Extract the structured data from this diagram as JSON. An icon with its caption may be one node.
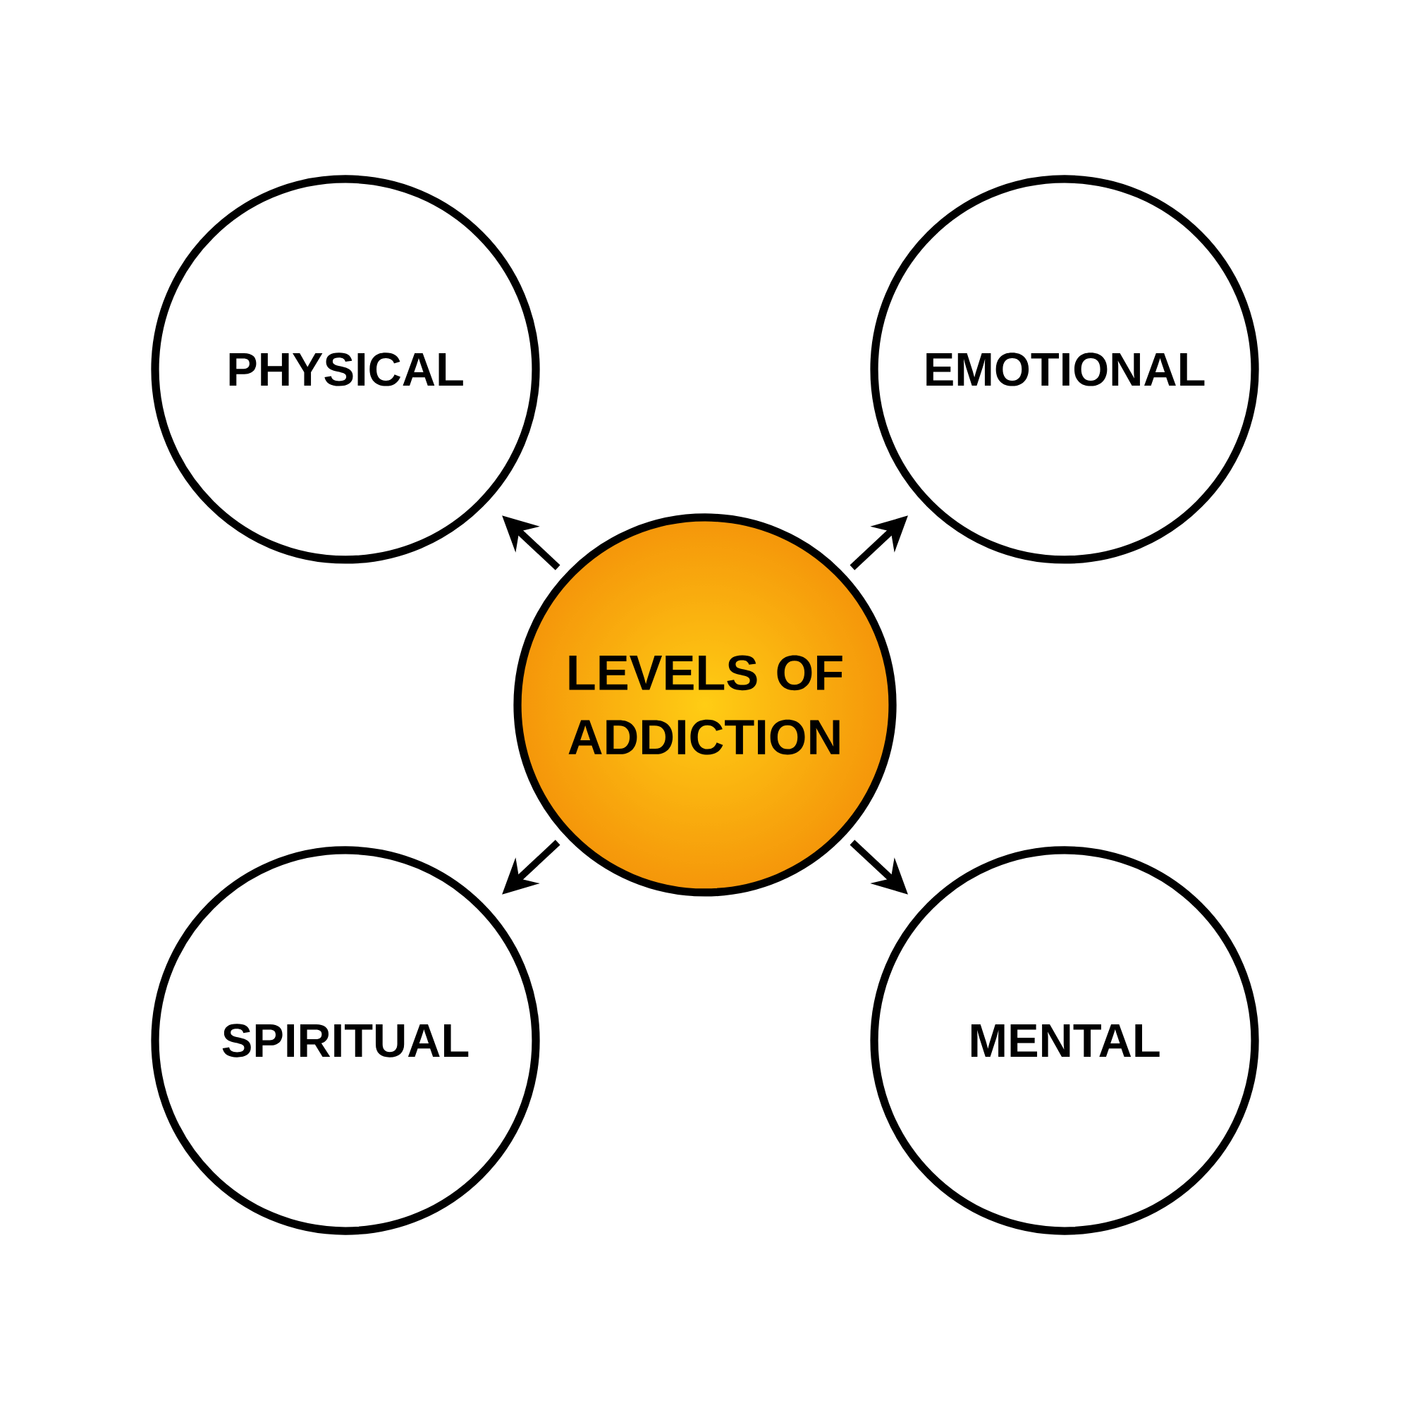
{
  "diagram": {
    "nodes": [
      {
        "text": [
          "LEVELS OF ADDICTION"
        ]
      },
      {
        "text": [
          "PHYSICAL"
        ]
      },
      {
        "text": [
          "EMOTIONAL"
        ]
      },
      {
        "text": [
          "SPIRITUAL"
        ]
      },
      {
        "text": [
          "MENTAL"
        ]
      }
    ],
    "edges": [
      {
        "from": 0,
        "to": 1,
        "arrow": "to"
      },
      {
        "from": 0,
        "to": 2,
        "arrow": "to"
      },
      {
        "from": 0,
        "to": 3,
        "arrow": "to"
      },
      {
        "from": 0,
        "to": 4,
        "arrow": "to"
      }
    ]
  }
}
